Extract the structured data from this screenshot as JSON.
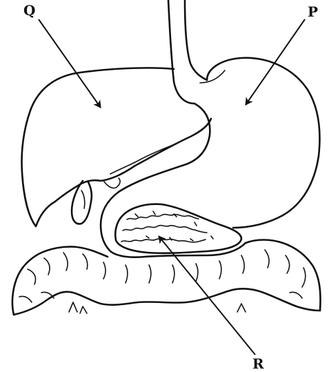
{
  "diagram": {
    "labels": {
      "q": "Q",
      "p": "P",
      "r": "R"
    },
    "colors": {
      "ink": "#111111",
      "background": "#ffffff"
    }
  }
}
